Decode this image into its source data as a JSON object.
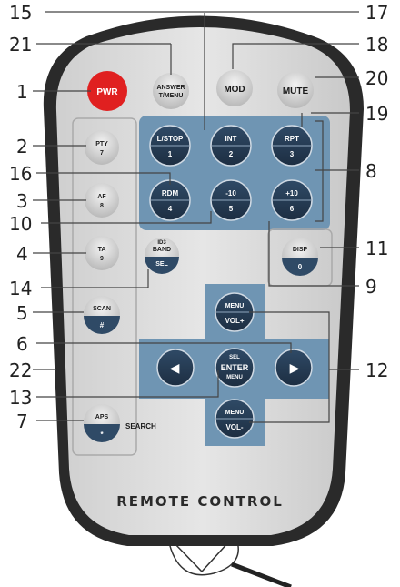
{
  "device": {
    "footer_text": "REMOTE CONTROL",
    "search_label": "SEARCH"
  },
  "buttons": {
    "pwr": "PWR",
    "answer_top": "ANSWER",
    "answer_bottom": "T/MENU",
    "mod": "MOD",
    "mute": "MUTE",
    "pty_top": "PTY",
    "pty_bottom": "7",
    "af_top": "AF",
    "af_bottom": "8",
    "ta_top": "TA",
    "ta_bottom": "9",
    "b1_top": "L/STOP",
    "b1_bottom": "1",
    "b2_top": "INT",
    "b2_bottom": "2",
    "b3_top": "RPT",
    "b3_bottom": "3",
    "b4_top": "RDM",
    "b4_bottom": "4",
    "b5_top": "-10",
    "b5_bottom": "5",
    "b6_top": "+10",
    "b6_bottom": "6",
    "band_top": "BAND",
    "band_id3": "ID3",
    "band_bottom": "SEL",
    "disp_top": "DISP",
    "disp_bottom": "0",
    "scan_top": "SCAN",
    "scan_bottom": "#",
    "menu_top_label": "MENU",
    "vol_plus": "VOL+",
    "enter_top": "SEL",
    "enter": "ENTER",
    "enter_bottom": "MENU",
    "menu_bottom_label": "MENU",
    "vol_minus": "VOL-",
    "aps_top": "APS",
    "aps_bottom": "*",
    "left_arrow": "◀",
    "right_arrow": "▶"
  },
  "callouts": {
    "n1": "1",
    "n2": "2",
    "n3": "3",
    "n4": "4",
    "n5": "5",
    "n6": "6",
    "n7": "7",
    "n8": "8",
    "n9": "9",
    "n10": "10",
    "n11": "11",
    "n12": "12",
    "n13": "13",
    "n14": "14",
    "n15": "15",
    "n16": "16",
    "n17": "17",
    "n18": "18",
    "n19": "19",
    "n20": "20",
    "n21": "21",
    "n22": "22"
  },
  "colors": {
    "pwr": "#e02020",
    "panel_blue": "#6f95b3",
    "button_dark": "#3b4d63",
    "body": "#dedede",
    "outline": "#2a2a2a"
  }
}
